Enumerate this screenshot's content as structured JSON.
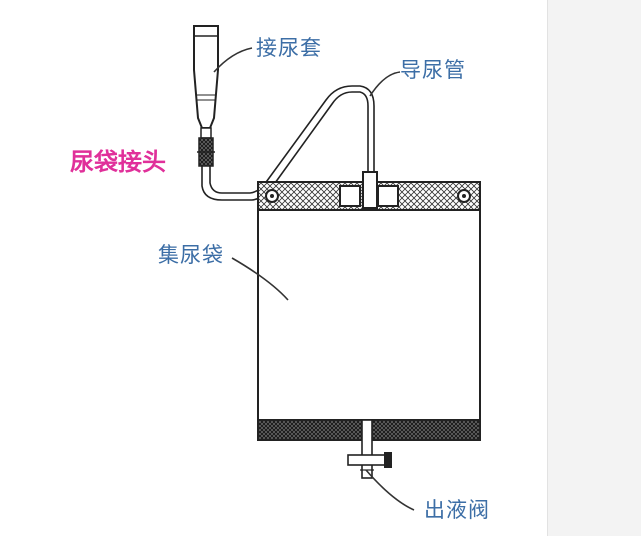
{
  "labels": {
    "condom_catheter": "接尿套",
    "urine_tube": "导尿管",
    "bag_connector": "尿袋接头",
    "collection_bag": "集尿袋",
    "drain_valve": "出液阀"
  },
  "colors": {
    "label_text": "#3c6ea6",
    "highlight_text": "#e0309a",
    "line": "#222222",
    "mesh": "#333333"
  }
}
